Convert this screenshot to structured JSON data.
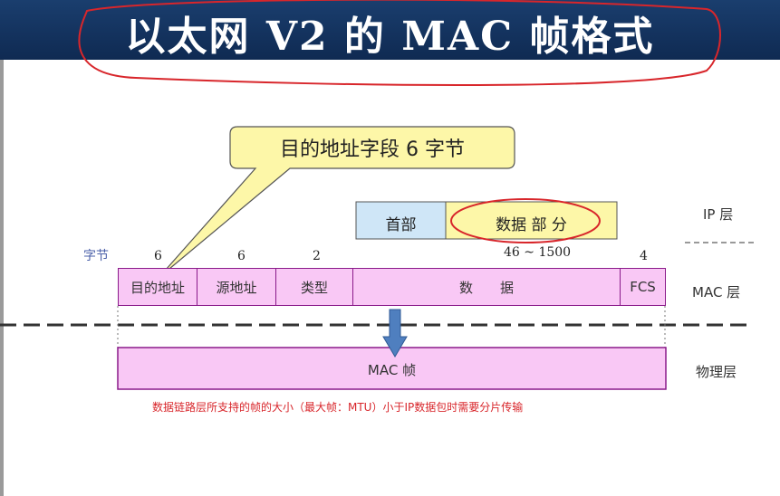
{
  "title": "以太网 V2 的 MAC 帧格式",
  "callout": "目的地址字段 6 字节",
  "ip_packet": {
    "header": "首部",
    "data": "数据 部 分"
  },
  "bytes_label": "字节",
  "byte_counts": [
    "6",
    "6",
    "2",
    "46 ~ 1500",
    "4"
  ],
  "fields": [
    "目的地址",
    "源地址",
    "类型",
    "数　　据",
    "FCS"
  ],
  "layers": {
    "ip": "IP 层",
    "mac": "MAC 层",
    "physical": "物理层"
  },
  "mac_frame": "MAC 帧",
  "note": "数据链路层所支持的帧的大小（最大帧：MTU）小于IP数据包时需要分片传输",
  "colors": {
    "banner": "#13335f",
    "field_fill": "#f9c8f5",
    "field_border": "#8a1a8a",
    "callout_fill": "#fdf7a8",
    "ip_header_fill": "#cfe6f7",
    "ip_data_fill": "#fdf7a8",
    "annotation": "#d8262b",
    "arrow": "#4f7fbf",
    "note": "#d8262b"
  }
}
